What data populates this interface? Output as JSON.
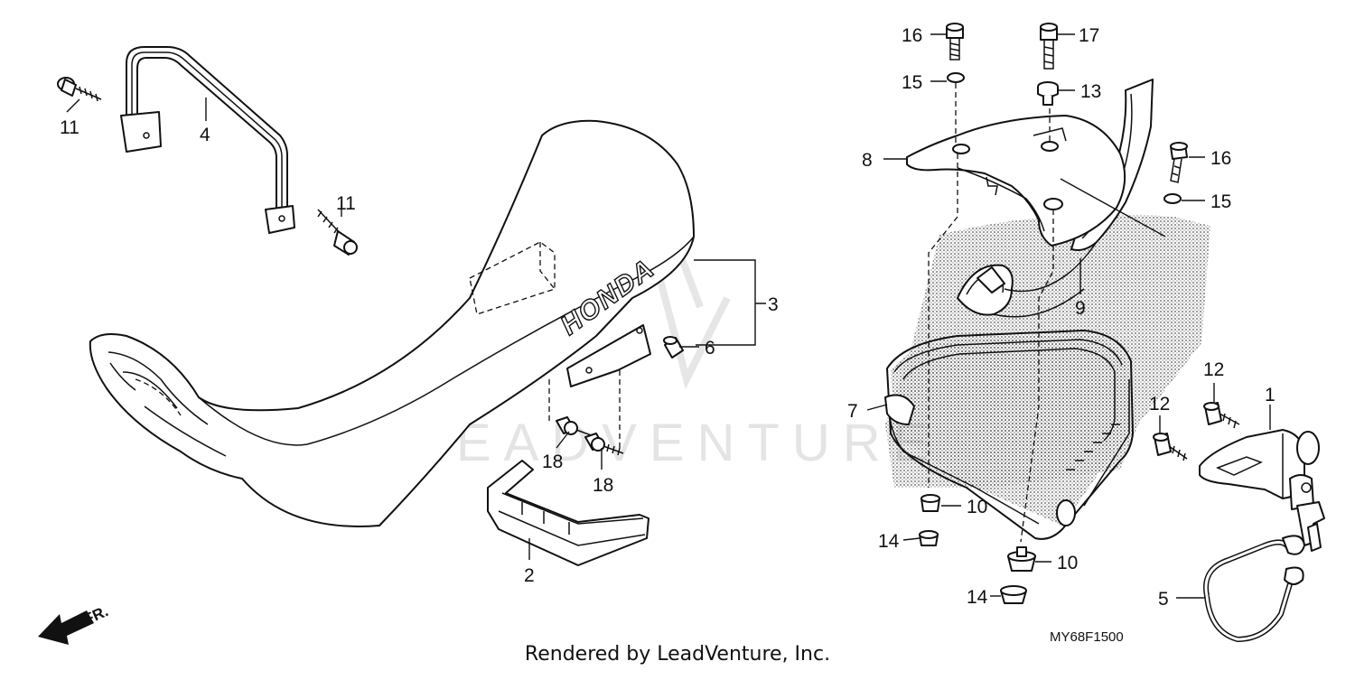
{
  "callouts": [
    "1",
    "2",
    "3",
    "4",
    "5",
    "6",
    "7",
    "8",
    "9",
    "10",
    "10",
    "11",
    "11",
    "12",
    "12",
    "13",
    "14",
    "14",
    "15",
    "15",
    "16",
    "16",
    "17",
    "18",
    "18"
  ],
  "seat_logo": "HONDA",
  "direction_label": "FR.",
  "watermark": "LEADVENTURE",
  "diagram_code": "MY68F1500",
  "footer": "Rendered by LeadVenture, Inc."
}
